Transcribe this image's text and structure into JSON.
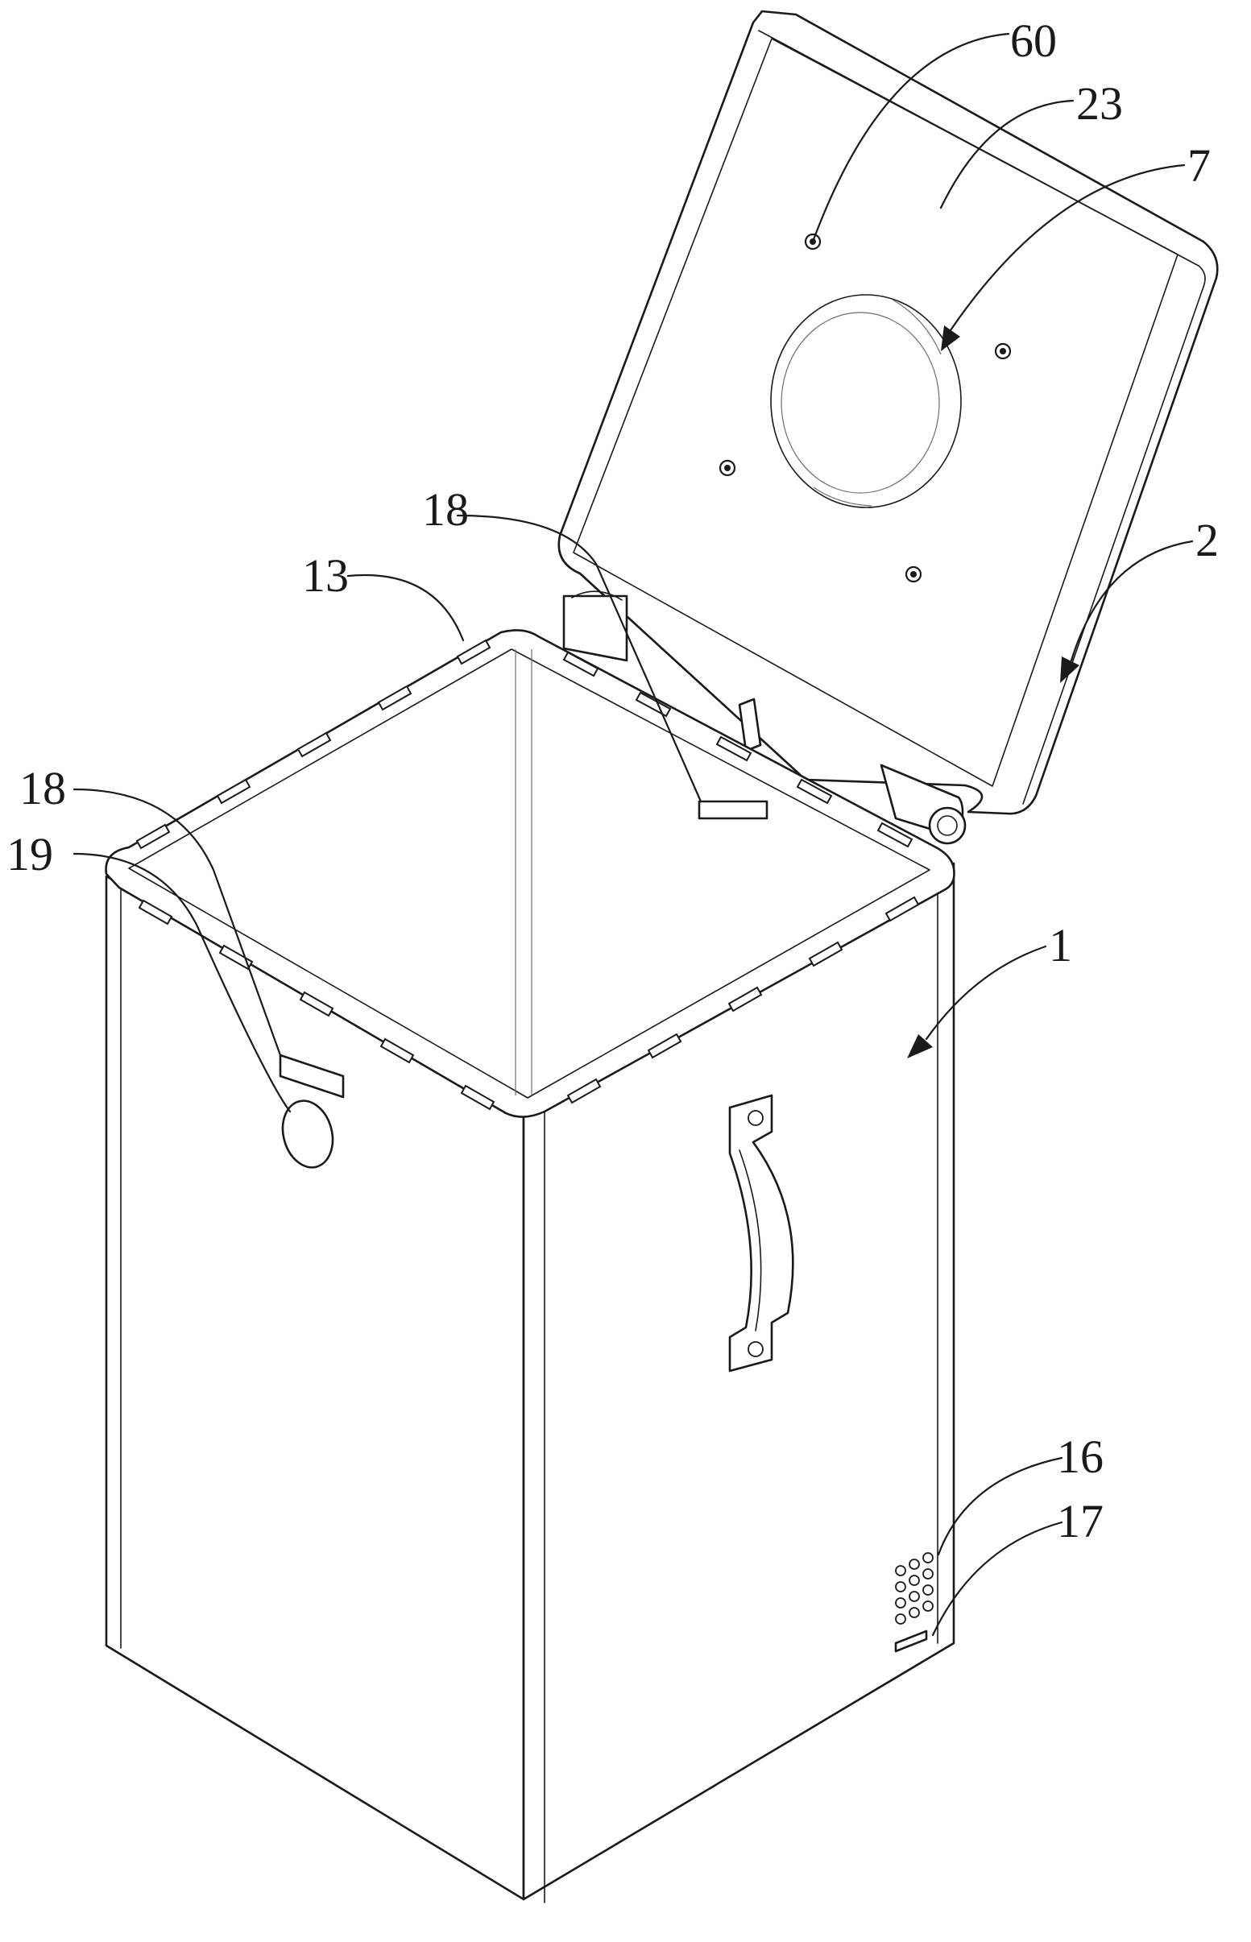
{
  "labels": {
    "l60": "60",
    "l23": "23",
    "l7": "7",
    "l18_lid": "18",
    "l2": "2",
    "l13": "13",
    "l18_side": "18",
    "l19": "19",
    "l1": "1",
    "l16": "16",
    "l17": "17"
  }
}
